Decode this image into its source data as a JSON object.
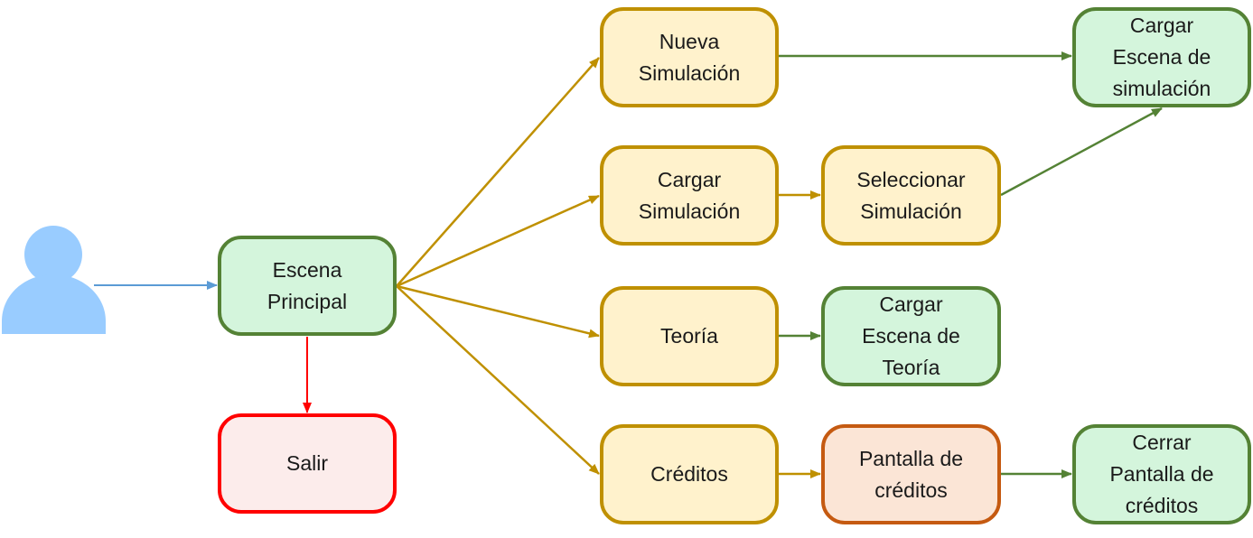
{
  "colors": {
    "green_fill": "#d4f5dc",
    "green_border": "#548235",
    "yellow_fill": "#fff2cc",
    "yellow_border": "#bf9000",
    "red_fill": "#fceceb",
    "red_border": "#ff0000",
    "orange_fill": "#fbe5d6",
    "orange_border": "#c55a11",
    "user_icon": "#99ccff",
    "arrow_blue": "#5b9bd5"
  },
  "icons": {
    "user": "user-icon"
  },
  "nodes": {
    "escena_principal": "Escena\nPrincipal",
    "salir": "Salir",
    "nueva_simulacion": "Nueva\nSimulación",
    "cargar_simulacion": "Cargar\nSimulación",
    "teoria": "Teoría",
    "creditos": "Créditos",
    "seleccionar_simulacion": "Seleccionar\nSimulación",
    "cargar_escena_teoria": "Cargar\nEscena de\nTeoría",
    "pantalla_creditos": "Pantalla de\ncréditos",
    "cargar_escena_simulacion": "Cargar\nEscena de\nsimulación",
    "cerrar_pantalla_creditos": "Cerrar\nPantalla de\ncréditos"
  },
  "edges": [
    {
      "from": "user",
      "to": "escena_principal",
      "color": "#5b9bd5"
    },
    {
      "from": "escena_principal",
      "to": "salir",
      "color": "#ff0000"
    },
    {
      "from": "escena_principal",
      "to": "nueva_simulacion",
      "color": "#bf9000"
    },
    {
      "from": "escena_principal",
      "to": "cargar_simulacion",
      "color": "#bf9000"
    },
    {
      "from": "escena_principal",
      "to": "teoria",
      "color": "#bf9000"
    },
    {
      "from": "escena_principal",
      "to": "creditos",
      "color": "#bf9000"
    },
    {
      "from": "cargar_simulacion",
      "to": "seleccionar_simulacion",
      "color": "#bf9000"
    },
    {
      "from": "creditos",
      "to": "pantalla_creditos",
      "color": "#bf9000"
    },
    {
      "from": "nueva_simulacion",
      "to": "cargar_escena_simulacion",
      "color": "#548235"
    },
    {
      "from": "seleccionar_simulacion",
      "to": "cargar_escena_simulacion",
      "color": "#548235"
    },
    {
      "from": "teoria",
      "to": "cargar_escena_teoria",
      "color": "#548235"
    },
    {
      "from": "pantalla_creditos",
      "to": "cerrar_pantalla_creditos",
      "color": "#548235"
    }
  ]
}
